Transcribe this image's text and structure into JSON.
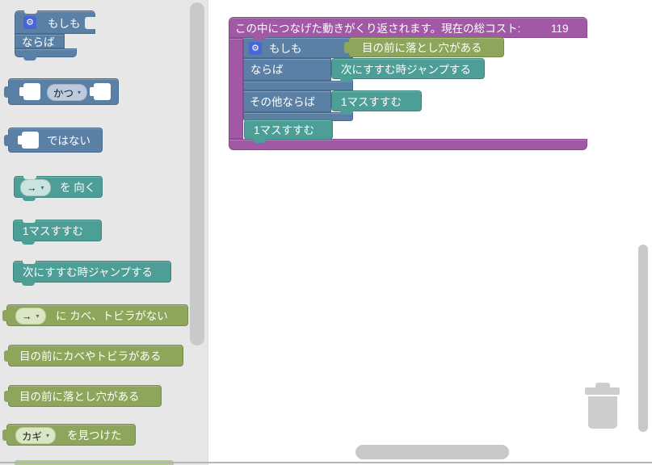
{
  "glyphs": {
    "gear": "⚙",
    "caret": "▾"
  },
  "palette": {
    "if_block": {
      "line1": "もしも",
      "line2": "ならば"
    },
    "and_block": {
      "dropdown": "かつ"
    },
    "not_block": {
      "label": "ではない"
    },
    "face_block": {
      "dropdown": "→",
      "label": "を 向く"
    },
    "move_block": {
      "label": "1マスすすむ"
    },
    "jump_block": {
      "label": "次にすすむ時ジャンプする"
    },
    "no_wall_block": {
      "dropdown": "→",
      "label": "に カベ、トビラがない"
    },
    "wall_ahead_block": {
      "label": "目の前にカベやトビラがある"
    },
    "pit_ahead_block": {
      "label": "目の前に落とし穴がある"
    },
    "key_block": {
      "dropdown": "カギ",
      "label": "を見つけた"
    }
  },
  "workspace": {
    "repeat_block": {
      "header": "この中につなげた動きがくり返されます。現在の総コスト:",
      "total_cost": "119"
    },
    "if_block": {
      "if_label": "もしも",
      "then_label": "ならば",
      "else_label": "その他ならば"
    },
    "condition_block": {
      "label": "目の前に落とし穴がある"
    },
    "then_block": {
      "label": "次にすすむ時ジャンプする"
    },
    "else_block": {
      "label": "1マスすすむ"
    },
    "next_block": {
      "label": "1マスすすむ"
    }
  },
  "colors": {
    "logic_blue": "#5b80a5",
    "action_teal": "#4d9e97",
    "condition_green": "#8da65b",
    "repeat_purple": "#a159a6",
    "gear_badge_blue": "#4a63d8",
    "flyout_bg": "#e7e7e7",
    "scrollbar_gray": "#c9c9c9",
    "trash_gray": "#cdcdcd"
  }
}
